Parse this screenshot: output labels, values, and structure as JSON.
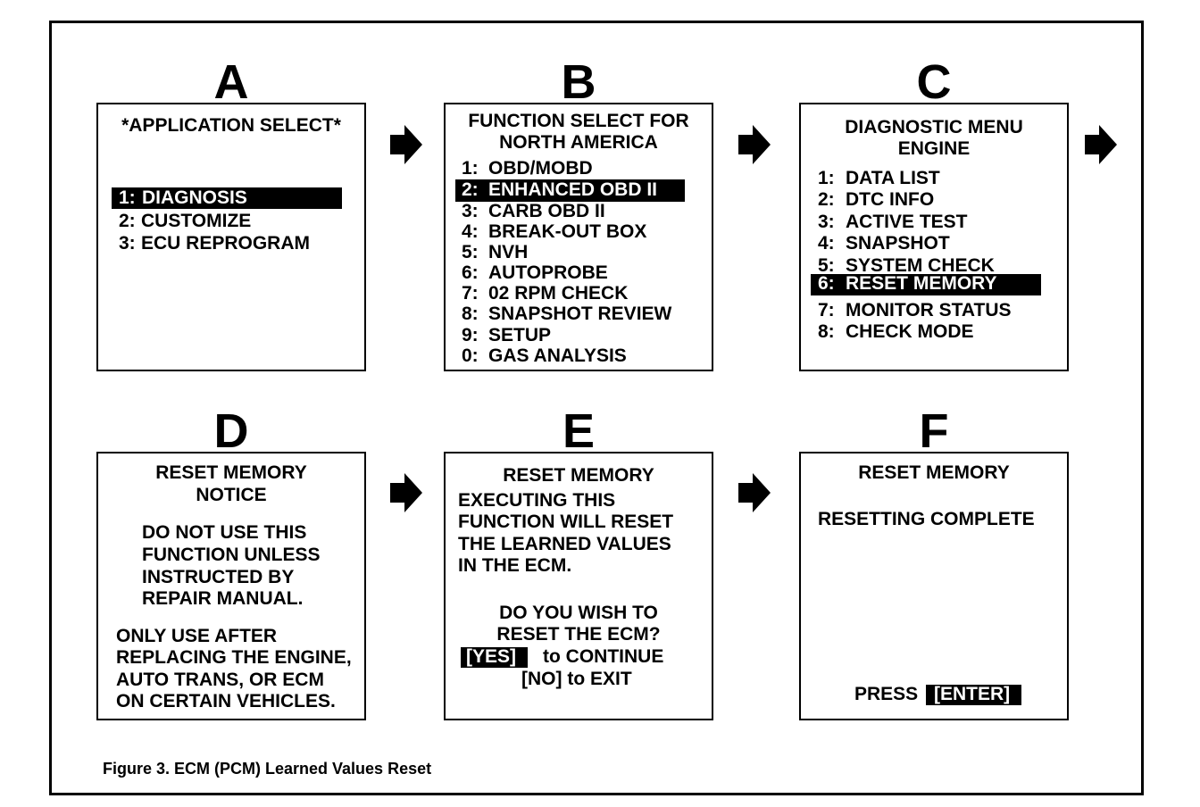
{
  "panels": [
    {
      "letter": "A",
      "title": [
        "*APPLICATION SELECT*"
      ],
      "items": [
        [
          "1:",
          "DIAGNOSIS"
        ],
        [
          "2:",
          "CUSTOMIZE"
        ],
        [
          "3:",
          "ECU REPROGRAM"
        ]
      ],
      "selected": 0
    },
    {
      "letter": "B",
      "title": [
        "FUNCTION SELECT FOR",
        "NORTH AMERICA"
      ],
      "items": [
        [
          "1:",
          "OBD/MOBD"
        ],
        [
          "2:",
          "ENHANCED OBD II"
        ],
        [
          "3:",
          "CARB OBD II"
        ],
        [
          "4:",
          "BREAK-OUT BOX"
        ],
        [
          "5:",
          "NVH"
        ],
        [
          "6:",
          "AUTOPROBE"
        ],
        [
          "7:",
          "02 RPM CHECK"
        ],
        [
          "8:",
          "SNAPSHOT REVIEW"
        ],
        [
          "9:",
          "SETUP"
        ],
        [
          "0:",
          "GAS ANALYSIS"
        ]
      ],
      "selected": 1
    },
    {
      "letter": "C",
      "title": [
        "DIAGNOSTIC MENU",
        "ENGINE"
      ],
      "items": [
        [
          "1:",
          "DATA LIST"
        ],
        [
          "2:",
          "DTC INFO"
        ],
        [
          "3:",
          "ACTIVE TEST"
        ],
        [
          "4:",
          "SNAPSHOT"
        ],
        [
          "5:",
          "SYSTEM CHECK"
        ],
        [
          "6:",
          "RESET MEMORY"
        ],
        [
          "7:",
          "MONITOR STATUS"
        ],
        [
          "8:",
          "CHECK MODE"
        ]
      ],
      "selected": 5
    },
    {
      "letter": "D",
      "title": [
        "RESET MEMORY",
        "NOTICE"
      ],
      "body1": [
        "DO NOT USE THIS",
        "FUNCTION UNLESS",
        "INSTRUCTED BY",
        "REPAIR MANUAL."
      ],
      "body2": [
        "ONLY USE AFTER",
        "REPLACING THE ENGINE,",
        "AUTO TRANS, OR ECM",
        "ON CERTAIN VEHICLES."
      ]
    },
    {
      "letter": "E",
      "title": [
        "RESET MEMORY"
      ],
      "body1": [
        "EXECUTING THIS",
        "FUNCTION WILL RESET",
        "THE LEARNED VALUES",
        "IN THE ECM."
      ],
      "question": [
        "DO YOU WISH TO",
        "RESET THE ECM?"
      ],
      "yes_key": "[YES]",
      "yes_text": "to CONTINUE",
      "no_text": "[NO] to EXIT"
    },
    {
      "letter": "F",
      "title": [
        "RESET MEMORY"
      ],
      "status": "RESETTING COMPLETE",
      "press": "PRESS",
      "enter_key": "[ENTER]"
    }
  ],
  "arrow_icon": "right-arrow-icon",
  "caption": "Figure 3. ECM (PCM) Learned Values Reset"
}
